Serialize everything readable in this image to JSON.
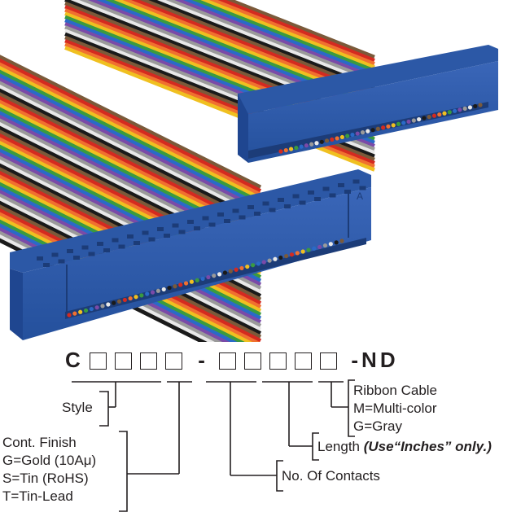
{
  "product": {
    "illustration": "Ribbon cable assembly with two blue IDC socket connectors",
    "connector_color": "#2f5aa8",
    "cable_stripe_colors": [
      "#7a5a3a",
      "#d42a20",
      "#f07030",
      "#f0c020",
      "#3a9a40",
      "#2a6ac8",
      "#7a4aa8",
      "#9a9a9a",
      "#e8e8e8",
      "#1a1a1a"
    ],
    "connector_marking": "A"
  },
  "part_number": {
    "prefix": "C",
    "separator1": "-",
    "suffix": "-ND",
    "group1_boxes": 4,
    "group2_boxes": 5
  },
  "legend": {
    "style": "Style",
    "cont_finish": {
      "title": "Cont. Finish",
      "options": [
        "G=Gold (10Aμ)",
        "S=Tin (RoHS)",
        "T=Tin-Lead"
      ]
    },
    "contacts": "No. Of Contacts",
    "length": {
      "label": "Length",
      "note": "(Use“Inches” only.)"
    },
    "cable": {
      "title": "Ribbon Cable",
      "options": [
        "M=Multi-color",
        "G=Gray"
      ]
    }
  }
}
